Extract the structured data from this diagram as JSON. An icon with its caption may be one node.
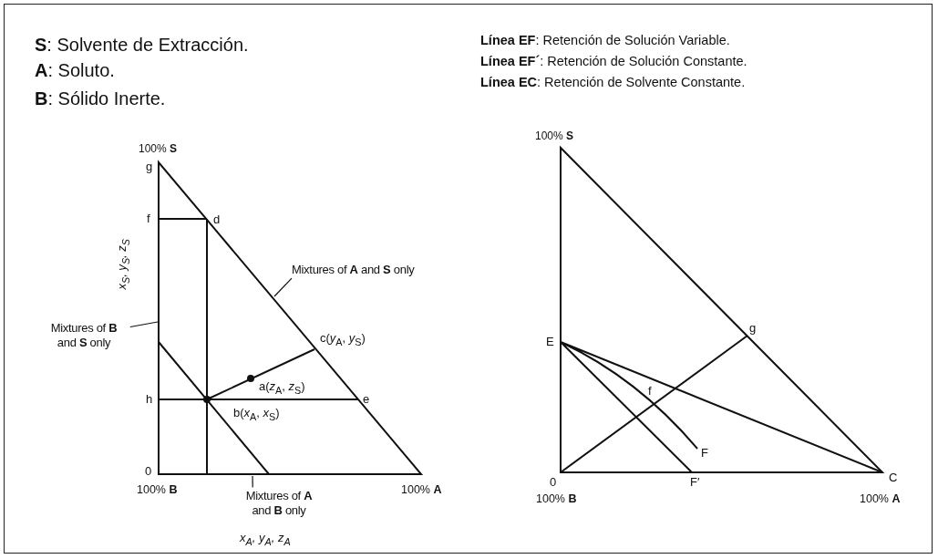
{
  "diagram": {
    "nodes": [
      {
        "text": [
          "Mixtures of **A** and **S** only"
        ]
      },
      {
        "text": [
          "Mixtures of **B** and **S** only"
        ]
      },
      {
        "text": [
          "Mixtures of **A** and **B** only"
        ]
      }
    ],
    "edges": [
      {
        "from": 0,
        "to": null,
        "arrow": "none"
      },
      {
        "from": 1,
        "to": null,
        "arrow": "none"
      },
      {
        "from": 2,
        "to": null,
        "arrow": "none"
      }
    ],
    "labels": [
      "**S**: Solvente de Extracción.",
      "**A**: Soluto.",
      "**B**: Sólido Inerte.",
      "**Línea EF**: Retención de Solución Variable.",
      "**Línea EF´**: Retención de Solución Constante.",
      "**Línea EC**: Retención de Solvente Constante.",
      "100% **S**",
      "g",
      "f",
      "d",
      "x$_{S}$, y$_{S}$, z$_{S}$",
      "c(*y*$_{A}$, *y*$_{S}$)",
      "a(*z*$_{A}$, *z*$_{S}$)",
      "h",
      "e",
      "b(*x*$_{A}$, *x*$_{S}$)",
      "0",
      "100% **B**",
      "100% **A**",
      "x$_{A}$, y$_{A}$, z$_{A}$",
      "100% **S**",
      "g",
      "E",
      "f",
      "F",
      "0",
      "F′",
      "C",
      "100% **B**",
      "100% **A**"
    ]
  }
}
